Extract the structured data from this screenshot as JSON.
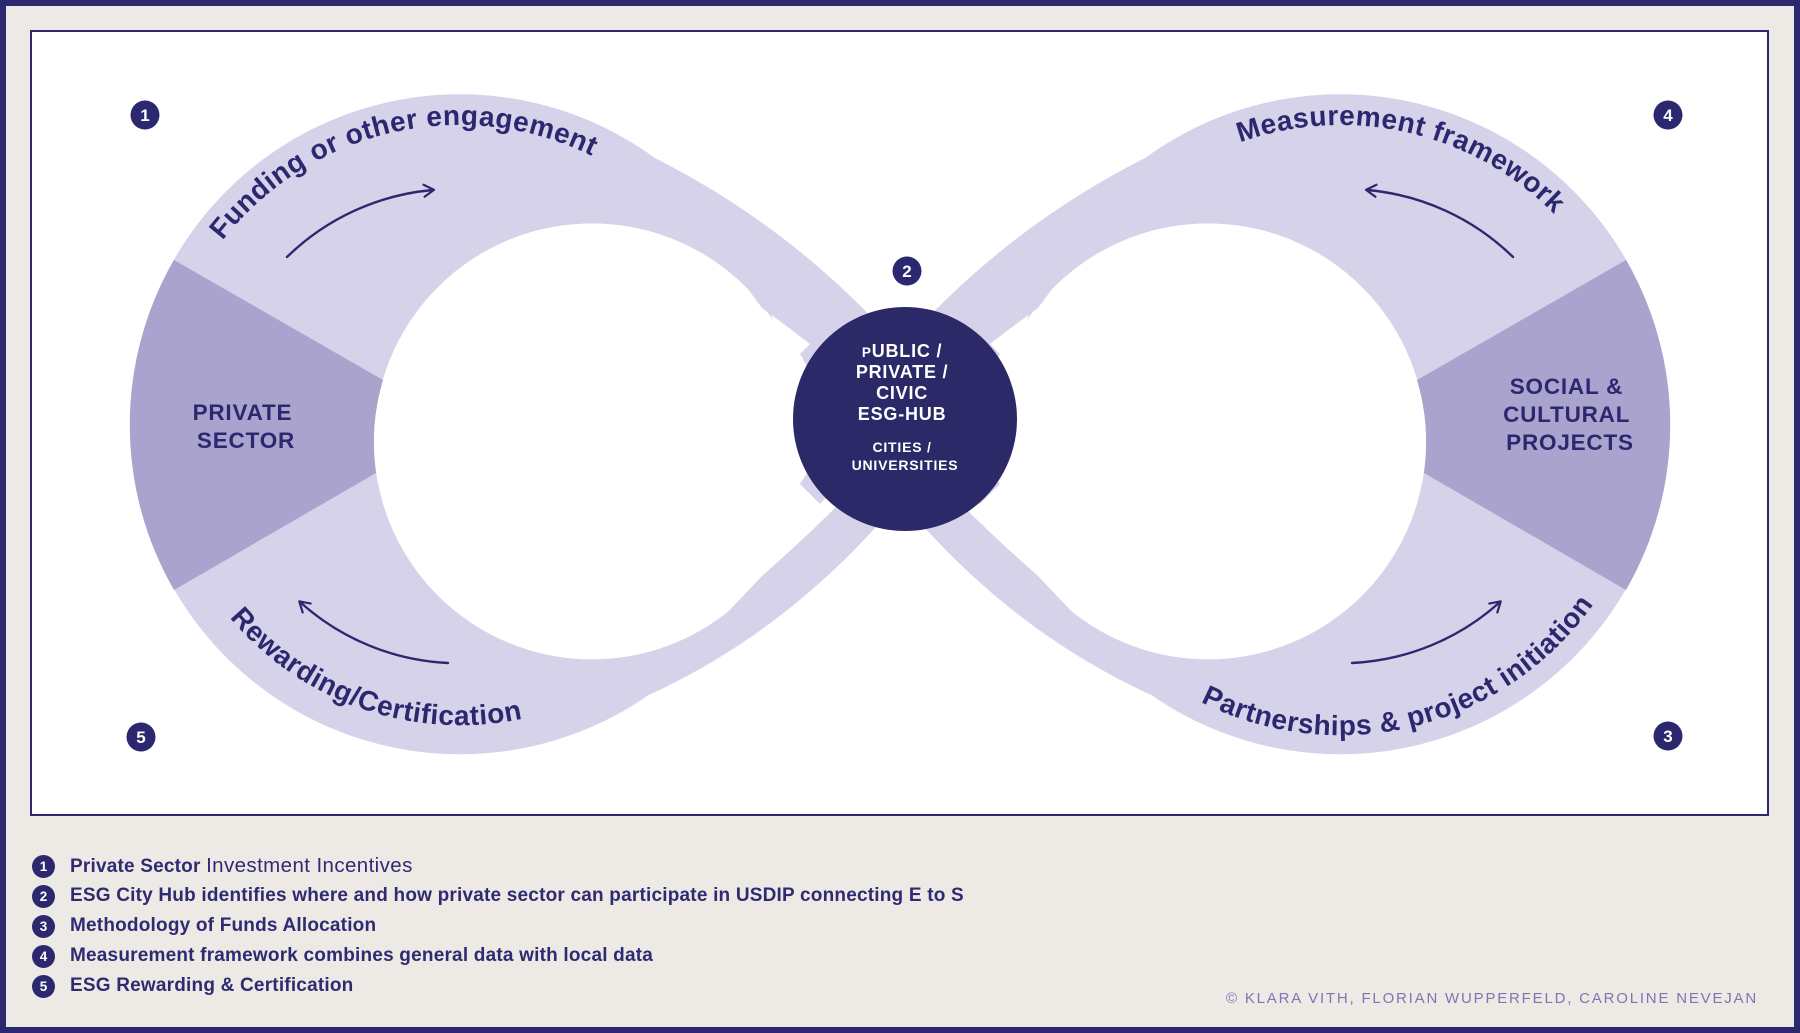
{
  "window": {
    "background_color": "#EDE9E4",
    "frame_color": "#2B2870",
    "panel_color": "#FFFFFF"
  },
  "diagram": {
    "colors": {
      "loop_light": "#D6D2E9",
      "loop_dark": "#A9A3CD",
      "navy": "#2B2870",
      "hub_fill": "#2B2968",
      "hub_text": "#FFFFFF"
    },
    "curved_labels": {
      "top_left": "Funding or other engagement",
      "top_right": "Measurement framework",
      "bottom_left": "Rewarding/Certification",
      "bottom_right": "Partnerships & project initiation"
    },
    "sector_left": {
      "line1": "PRIVATE",
      "line2": "SECTOR"
    },
    "sector_right": {
      "line1": "SOCIAL &",
      "line2": "CULTURAL",
      "line3": "PROJECTS"
    },
    "hub": {
      "line1_small": "P",
      "line1_rest": "UBLIC /",
      "line2": "PRIVATE /",
      "line3": "CIVIC",
      "line4": "ESG-HUB",
      "line5": "CITIES /",
      "line6": "UNIVERSITIES"
    },
    "badges": {
      "b1": "1",
      "b2": "2",
      "b3": "3",
      "b4": "4",
      "b5": "5"
    }
  },
  "legend": {
    "items": [
      {
        "num": "1",
        "prefix": "Private Sector ",
        "emphasis": "Investment Incentives"
      },
      {
        "num": "2",
        "text": "ESG City Hub identifies where and how private sector can participate in USDIP connecting E to S"
      },
      {
        "num": "3",
        "text": "Methodology of Funds Allocation"
      },
      {
        "num": "4",
        "text": "Measurement framework combines general data with local data"
      },
      {
        "num": "5",
        "text": "ESG Rewarding & Certification"
      }
    ]
  },
  "footer": {
    "copyright": "©  KLARA VITH, FLORIAN WUPPERFELD, CAROLINE NEVEJAN"
  }
}
